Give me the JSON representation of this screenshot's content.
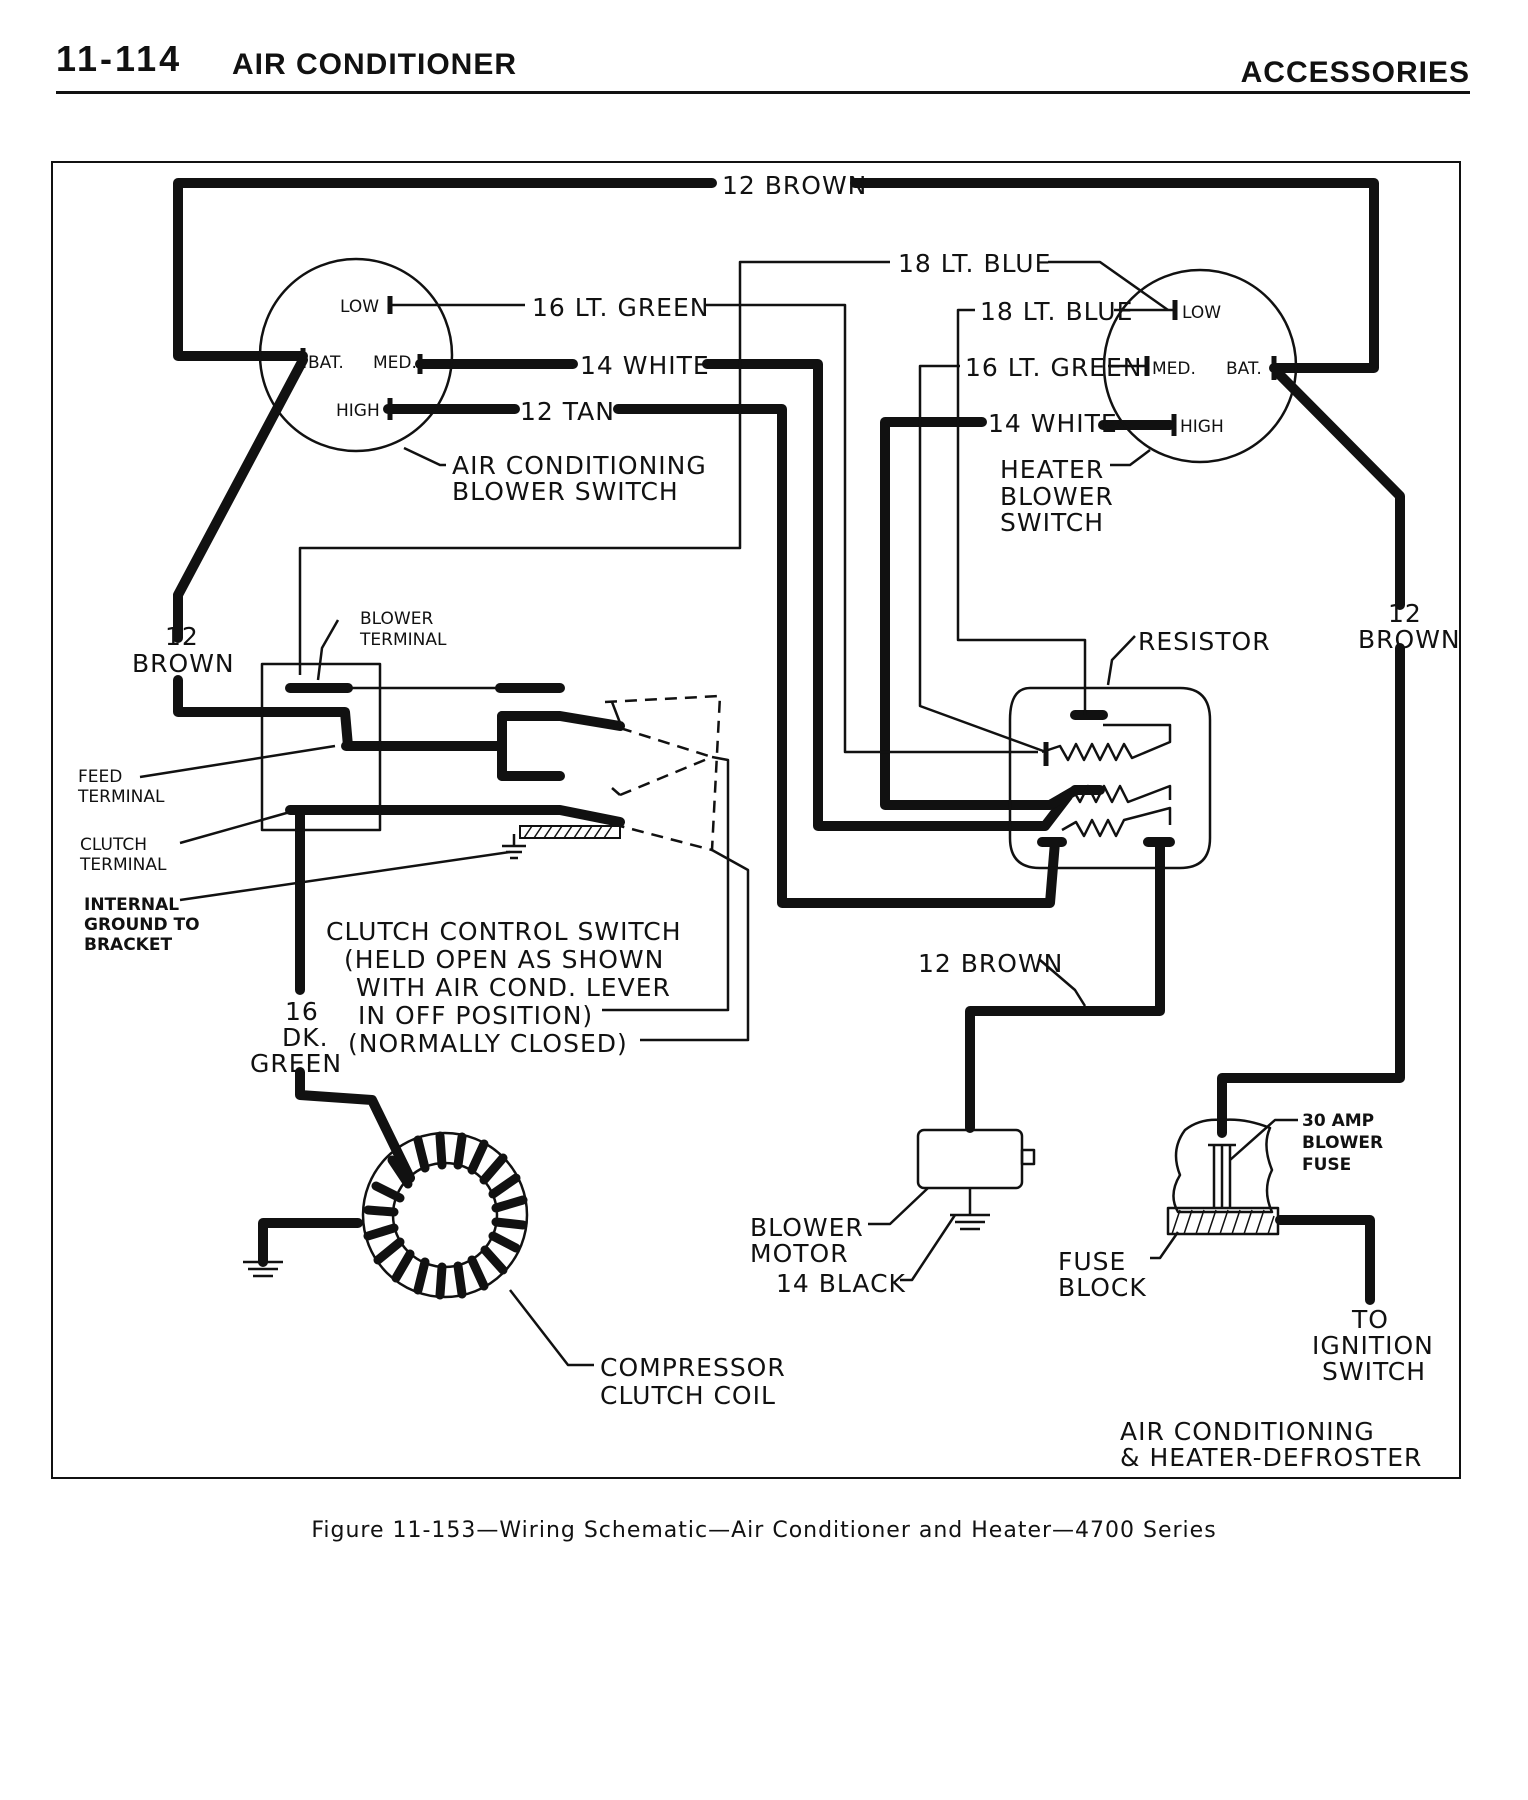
{
  "header": {
    "page_number": "11-114",
    "section_title": "AIR CONDITIONER",
    "chapter": "ACCESSORIES"
  },
  "diagram": {
    "ac_switch": {
      "low": "LOW",
      "bat": "BAT.",
      "med": "MED.",
      "high": "HIGH",
      "name_line1": "AIR CONDITIONING",
      "name_line2": "BLOWER  SWITCH"
    },
    "heater_switch": {
      "low": "LOW",
      "med": "MED.",
      "bat": "BAT.",
      "high": "HIGH",
      "name_line1": "HEATER",
      "name_line2": "BLOWER",
      "name_line3": "SWITCH"
    },
    "wires": {
      "top_brown": "12 BROWN",
      "lt_blue_top": "18 LT. BLUE",
      "lt_green_ac": "16 LT. GREEN",
      "white_ac": "14 WHITE",
      "tan": "12 TAN",
      "lt_blue_heater": "18 LT. BLUE",
      "lt_green_heater": "16 LT. GREEN",
      "white_heater": "14 WHITE",
      "left_brown_1": "12",
      "left_brown_2": "BROWN",
      "right_brown_1": "12",
      "right_brown_2": "BROWN",
      "bottom_brown": "12 BROWN",
      "dk_green_1": "16",
      "dk_green_2": "DK.",
      "dk_green_3": "GREEN",
      "black": "14 BLACK"
    },
    "clutch_switch": {
      "blower_terminal_1": "BLOWER",
      "blower_terminal_2": "TERMINAL",
      "feed_1": "FEED",
      "feed_2": "TERMINAL",
      "clutch_1": "CLUTCH",
      "clutch_2": "TERMINAL",
      "ground_1": "INTERNAL",
      "ground_2": "GROUND TO",
      "ground_3": "BRACKET",
      "desc_1": "CLUTCH  CONTROL  SWITCH",
      "desc_2": "(HELD  OPEN  AS  SHOWN",
      "desc_3": "WITH  AIR  COND.  LEVER",
      "desc_4": "IN  OFF  POSITION)",
      "desc_5": "(NORMALLY  CLOSED)"
    },
    "resistor": "RESISTOR",
    "blower_motor_1": "BLOWER",
    "blower_motor_2": "MOTOR",
    "fuse_label_1": "30 AMP",
    "fuse_label_2": "BLOWER",
    "fuse_label_3": "FUSE",
    "fuse_block_1": "FUSE",
    "fuse_block_2": "BLOCK",
    "ignition_1": "TO",
    "ignition_2": "IGNITION",
    "ignition_3": "SWITCH",
    "coil_1": "COMPRESSOR",
    "coil_2": "CLUTCH  COIL",
    "system_1": "AIR  CONDITIONING",
    "system_2": "& HEATER-DEFROSTER"
  },
  "caption": "Figure 11-153—Wiring Schematic—Air Conditioner and Heater—4700 Series"
}
